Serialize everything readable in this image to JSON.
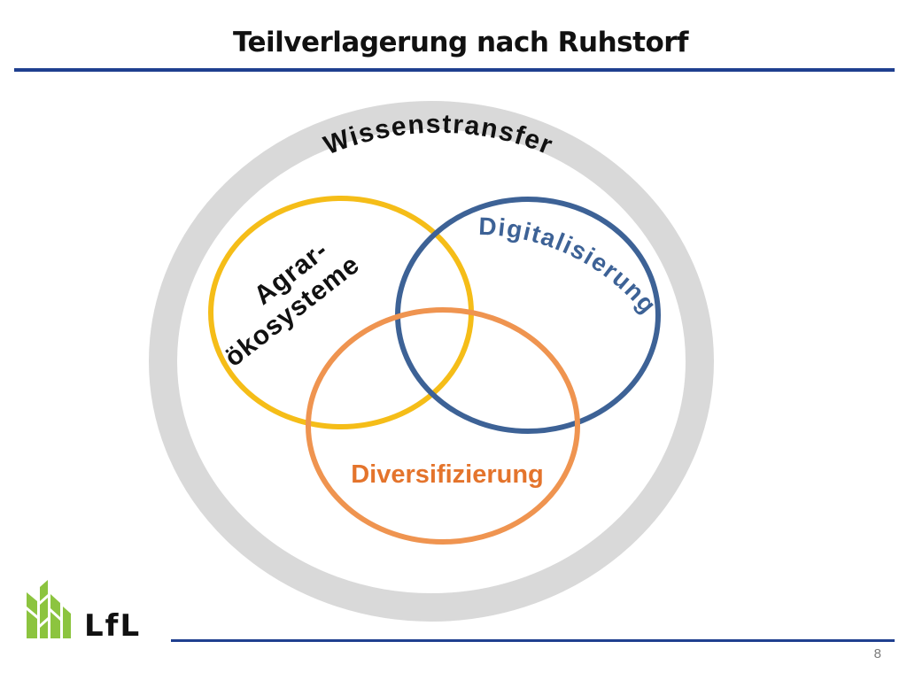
{
  "slide": {
    "title": "Teilverlagerung nach Ruhstorf",
    "page_number": "8"
  },
  "diagram": {
    "outer_label": "Wissenstransfer",
    "circles": [
      {
        "label_line1": "Agrar-",
        "label_line2": "ökosysteme"
      },
      {
        "label": "Digitalisierung"
      },
      {
        "label": "Diversifizierung"
      }
    ]
  },
  "logo": {
    "text": "LfL"
  },
  "colors": {
    "rule": "#1f3f8f",
    "outer_ring": "#d9d9d9",
    "agrar": "#f5bd18",
    "digital": "#3d6296",
    "divers": "#ef9450",
    "divers_label": "#e4742c",
    "text_dark": "#111111",
    "logo_green": "#8cc43f"
  }
}
